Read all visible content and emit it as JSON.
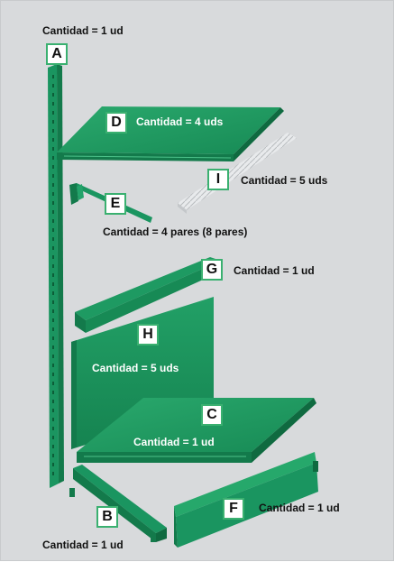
{
  "parts": [
    {
      "id": "A",
      "quantity": "Cantidad = 1 ud"
    },
    {
      "id": "B",
      "quantity": "Cantidad = 1 ud"
    },
    {
      "id": "C",
      "quantity": "Cantidad = 1 ud"
    },
    {
      "id": "D",
      "quantity": "Cantidad = 4 uds"
    },
    {
      "id": "E",
      "quantity": "Cantidad = 4 pares (8 pares)"
    },
    {
      "id": "F",
      "quantity": "Cantidad = 1 ud"
    },
    {
      "id": "G",
      "quantity": "Cantidad = 1 ud"
    },
    {
      "id": "H",
      "quantity": "Cantidad = 5 uds"
    },
    {
      "id": "I",
      "quantity": "Cantidad = 5 uds"
    }
  ],
  "colors": {
    "background": "#d8dadc",
    "part_green": "#1e9a62",
    "part_green_dark": "#137a4b",
    "part_green_light": "#3ab67c",
    "label_border": "#3ab070",
    "strip_light": "#e6e8ea"
  }
}
